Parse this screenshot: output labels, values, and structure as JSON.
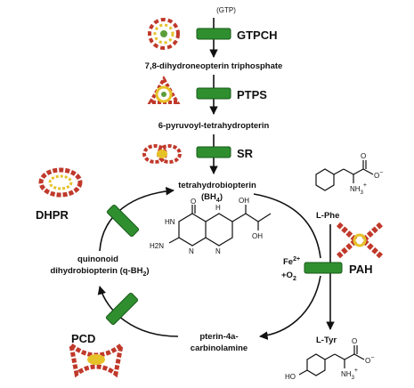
{
  "gtp": "(GTP)",
  "enzymes": {
    "gtpch": "GTPCH",
    "ptps": "PTPS",
    "sr": "SR",
    "dhpr": "DHPR",
    "pcd": "PCD",
    "pah": "PAH"
  },
  "metabolites": {
    "dntp": "7,8-dihydroneopterin triphosphate",
    "ppt": "6-pyruvoyl-tetrahydropterin",
    "bh4_line1": "tetrahydrobiopterin",
    "bh4_paren_open": "(BH",
    "bh4_sub": "4",
    "bh4_paren_close": ")",
    "qbh2_line1": "quinonoid",
    "qbh2_line2_a": "dihydrobiopterin (q-BH",
    "qbh2_sub": "2",
    "qbh2_line2_b": ")",
    "carb_line1": "pterin-4a-",
    "carb_line2": "carbinolamine",
    "phe": "L-Phe",
    "tyr": "L-Tyr"
  },
  "cofactors": {
    "fe": "Fe",
    "fe_sup": "2+",
    "o2": "+O",
    "o2_sub": "2"
  },
  "structure_labels": {
    "bh4_O": "O",
    "bh4_HN": "HN",
    "bh4_H2N": "H2N",
    "bh4_N": "N",
    "bh4_H": "H",
    "bh4_NH": "N",
    "bh4_OH1": "OH",
    "bh4_OH2": "OH",
    "phe_O": "O",
    "phe_Ominus": "O",
    "phe_minus": "−",
    "phe_NH3": "NH",
    "phe_3": "3",
    "phe_plus": "+",
    "tyr_O": "O",
    "tyr_Ominus": "O",
    "tyr_minus": "−",
    "tyr_NH3": "NH",
    "tyr_3": "3",
    "tyr_plus": "+",
    "tyr_HO": "HO"
  },
  "colors": {
    "enzyme_bar": "#2f8f2f",
    "enzyme_bar_stroke": "#1a5a1a",
    "arrow": "#111111",
    "protein_red": "#c0392b",
    "protein_yellow": "#e6c229",
    "protein_green": "#5a9e3a"
  }
}
